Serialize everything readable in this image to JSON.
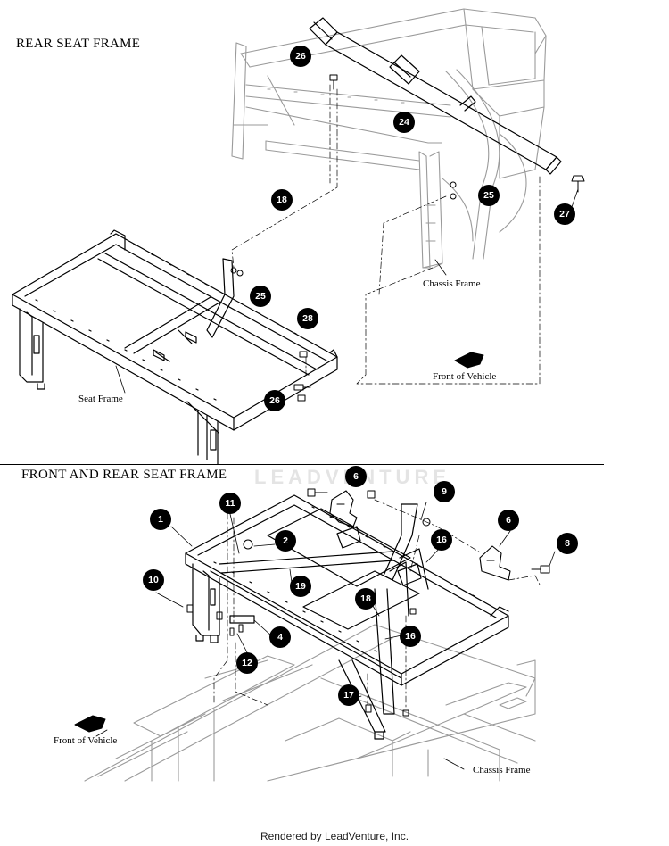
{
  "sections": {
    "top_title": "REAR SEAT FRAME",
    "bottom_title": "FRONT AND REAR SEAT FRAME"
  },
  "labels": {
    "chassis_frame_top": "Chassis Frame",
    "seat_frame": "Seat Frame",
    "front_of_vehicle_top": "Front of Vehicle",
    "front_of_vehicle_bottom": "Front of Vehicle",
    "chassis_frame_bottom": "Chassis Frame"
  },
  "callouts": {
    "c26a": "26",
    "c24": "24",
    "c25a": "25",
    "c27": "27",
    "c18a": "18",
    "c25b": "25",
    "c28": "28",
    "c26b": "26",
    "c6a": "6",
    "c9": "9",
    "c11": "11",
    "c1": "1",
    "c2": "2",
    "c16a": "16",
    "c6b": "6",
    "c8": "8",
    "c10": "10",
    "c19": "19",
    "c18b": "18",
    "c4": "4",
    "c16b": "16",
    "c12": "12",
    "c17": "17"
  },
  "watermark": "LEADVENTURE",
  "footer": "Rendered by LeadVenture, Inc."
}
